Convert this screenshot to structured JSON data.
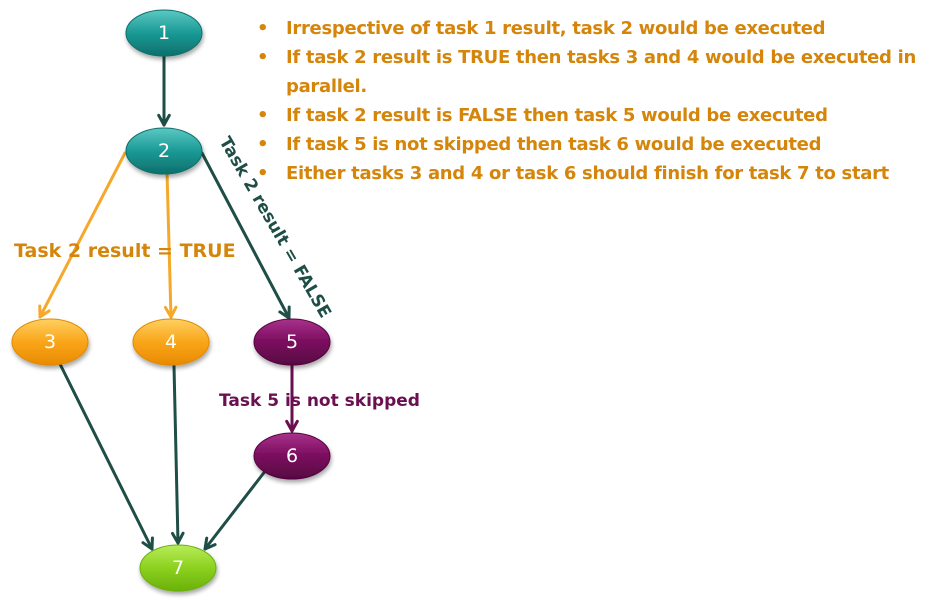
{
  "colors": {
    "teal_node": "#1a9a96",
    "orange_node": "#f9a51a",
    "purple_node": "#7a0c5e",
    "green_node": "#8bd11e",
    "dark_arrow": "#1e4e46",
    "orange_arrow": "#f5a82a",
    "notes_text": "#d4850a",
    "true_label": "#d4850a",
    "false_label": "#1e4e46",
    "skip_label": "#6a0f4f"
  },
  "diagram": {
    "nodes": [
      {
        "id": "1",
        "label": "1",
        "color": "teal_node"
      },
      {
        "id": "2",
        "label": "2",
        "color": "teal_node"
      },
      {
        "id": "3",
        "label": "3",
        "color": "orange_node"
      },
      {
        "id": "4",
        "label": "4",
        "color": "orange_node"
      },
      {
        "id": "5",
        "label": "5",
        "color": "purple_node"
      },
      {
        "id": "6",
        "label": "6",
        "color": "purple_node"
      },
      {
        "id": "7",
        "label": "7",
        "color": "green_node"
      }
    ],
    "edges": [
      {
        "from": "1",
        "to": "2",
        "color": "dark_arrow"
      },
      {
        "from": "2",
        "to": "3",
        "color": "orange_arrow"
      },
      {
        "from": "2",
        "to": "4",
        "color": "orange_arrow"
      },
      {
        "from": "2",
        "to": "5",
        "color": "dark_arrow"
      },
      {
        "from": "5",
        "to": "6",
        "color": "skip_label"
      },
      {
        "from": "3",
        "to": "7",
        "color": "dark_arrow"
      },
      {
        "from": "4",
        "to": "7",
        "color": "dark_arrow"
      },
      {
        "from": "6",
        "to": "7",
        "color": "dark_arrow"
      }
    ],
    "edge_labels": {
      "true_branch": "Task 2 result = TRUE",
      "false_branch": "Task 2 result = FALSE",
      "not_skipped": "Task 5 is not skipped"
    }
  },
  "notes": {
    "bullet": "•",
    "items": [
      "Irrespective of task 1 result, task 2 would be executed",
      "If task 2 result is TRUE then tasks 3 and 4 would be executed in parallel.",
      "If task 2 result is FALSE then task 5 would be executed",
      "If task 5 is not skipped then task 6 would be executed",
      "Either tasks 3 and 4 or task 6 should finish for task 7 to start"
    ]
  }
}
